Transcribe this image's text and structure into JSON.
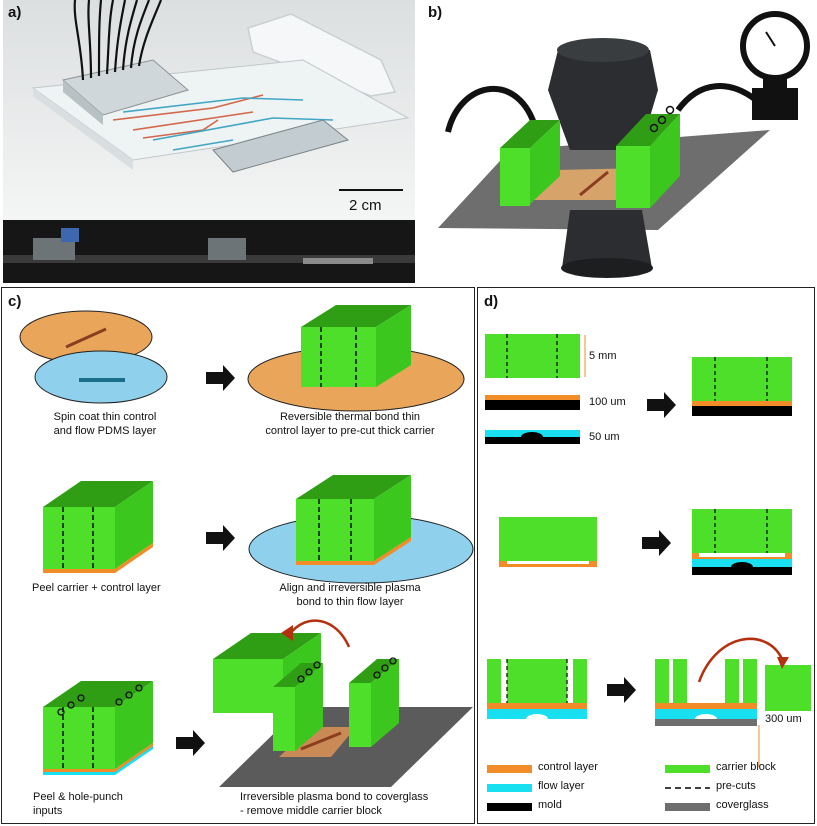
{
  "panels": {
    "a": "a)",
    "b": "b)",
    "c": "c)",
    "d": "d)"
  },
  "photo": {
    "scale_bar": "2 cm"
  },
  "steps_c": [
    "Spin coat thin control\nand flow PDMS layer",
    "Reversible thermal bond thin\ncontrol layer to pre-cut thick carrier",
    "Peel carrier + control layer",
    "Align and irreversible plasma\nbond to thin flow layer",
    "Peel & hole-punch\ninputs",
    "Irreversible plasma bond to coverglass\n- remove middle carrier block"
  ],
  "dims_d": {
    "carrier": "5 mm",
    "control": "100 um",
    "flow": "50 um",
    "gap": "300 um"
  },
  "legend": [
    {
      "label": "control layer",
      "color": "#f28c28",
      "kind": "bar"
    },
    {
      "label": "carrier block",
      "color": "#4ddf2a",
      "kind": "bar"
    },
    {
      "label": "flow layer",
      "color": "#19e0f0",
      "kind": "bar"
    },
    {
      "label": "pre-cuts",
      "color": "#000000",
      "kind": "dash"
    },
    {
      "label": "mold",
      "color": "#000000",
      "kind": "bar"
    },
    {
      "label": "coverglass",
      "color": "#6e6e6e",
      "kind": "bar"
    }
  ],
  "colors": {
    "carrier": "#4ddf2a",
    "carrier_dark": "#2f9e15",
    "control": "#f28c28",
    "flow": "#19e0f0",
    "mold": "#000000",
    "coverglass": "#6e6e6e",
    "wafer_orange": "#e9a65a",
    "wafer_blue": "#8fd0ec",
    "arrow": "#b5300f"
  }
}
